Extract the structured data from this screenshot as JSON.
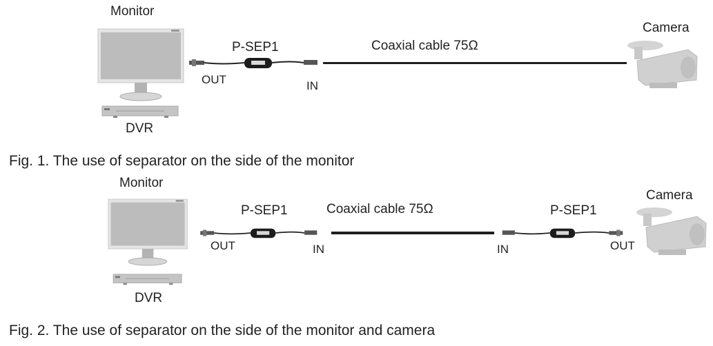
{
  "colors": {
    "text": "#231f20",
    "cable": "#1e1e1e",
    "device_fill": "#bdbdbd",
    "device_frame": "#e6e6e6",
    "device_edge": "#9a9a9a"
  },
  "figures": [
    {
      "caption": "Fig. 1. The use of separator on the side of the monitor",
      "monitor_label": "Monitor",
      "dvr_label": "DVR",
      "camera_label": "Camera",
      "cable_label": "Coaxial cable  75Ω",
      "separators": [
        {
          "model": "P-SEP1",
          "left_port": "OUT",
          "right_port": "IN"
        }
      ]
    },
    {
      "caption": "Fig. 2. The use of separator on the side of the monitor and camera",
      "monitor_label": "Monitor",
      "dvr_label": "DVR",
      "camera_label": "Camera",
      "cable_label": "Coaxial cable  75Ω",
      "separators": [
        {
          "model": "P-SEP1",
          "left_port": "OUT",
          "right_port": "IN"
        },
        {
          "model": "P-SEP1",
          "left_port": "IN",
          "right_port": "OUT"
        }
      ]
    }
  ],
  "icons": {
    "monitor": "monitor-icon",
    "dvr": "dvr-icon",
    "camera": "cctv-camera-icon",
    "separator": "video-separator-icon",
    "bnc": "bnc-connector-icon"
  }
}
